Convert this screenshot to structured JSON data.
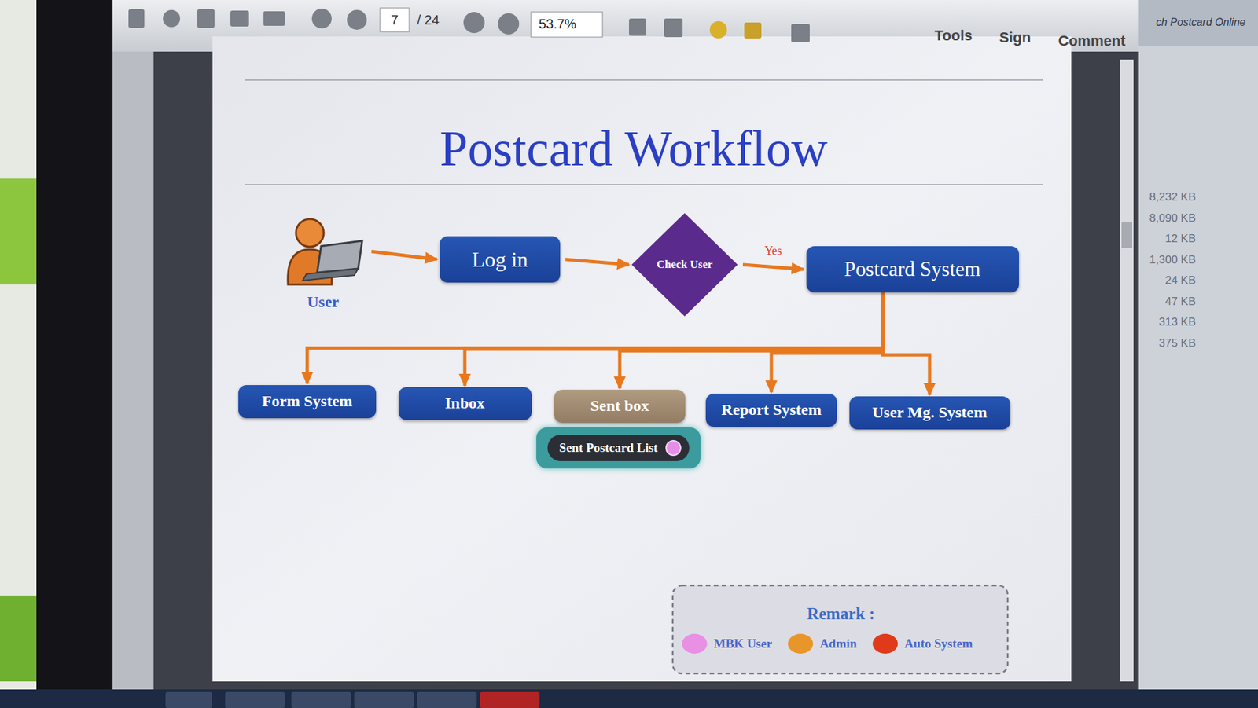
{
  "diagram": {
    "title": "Postcard Workflow",
    "nodes": [
      {
        "text": [
          "User"
        ]
      },
      {
        "text": [
          "Log in"
        ]
      },
      {
        "text": [
          "Check User"
        ]
      },
      {
        "text": [
          "Postcard System"
        ]
      },
      {
        "text": [
          "Form System"
        ]
      },
      {
        "text": [
          "Inbox"
        ]
      },
      {
        "text": [
          "Sent box"
        ]
      },
      {
        "text": [
          "Sent Postcard List"
        ]
      },
      {
        "text": [
          "Report System"
        ]
      },
      {
        "text": [
          "User Mg. System"
        ]
      }
    ],
    "edges": [
      {
        "from": 0,
        "to": 1,
        "arrow": "to"
      },
      {
        "from": 1,
        "to": 2,
        "arrow": "to"
      },
      {
        "from": 2,
        "to": 3,
        "label": "Yes",
        "arrow": "to"
      },
      {
        "from": 3,
        "to": 4,
        "arrow": "to"
      },
      {
        "from": 3,
        "to": 5,
        "arrow": "to"
      },
      {
        "from": 3,
        "to": 6,
        "arrow": "to"
      },
      {
        "from": 3,
        "to": 8,
        "arrow": "to"
      },
      {
        "from": 3,
        "to": 9,
        "arrow": "to"
      }
    ],
    "labels": [
      "7",
      "/ 24",
      "53.7%",
      "Tools",
      "Sign",
      "Comment",
      "ch Postcard Online",
      "8,232 KB",
      "8,090 KB",
      "12 KB",
      "1,300 KB",
      "24 KB",
      "47 KB",
      "313 KB",
      "375 KB",
      "Remark :"
    ],
    "legend": [
      {
        "text": "MBK User",
        "color": "#e890e4"
      },
      {
        "text": "Admin",
        "color": "#e8962a"
      },
      {
        "text": "Auto System",
        "color": "#e03a1a"
      }
    ]
  }
}
